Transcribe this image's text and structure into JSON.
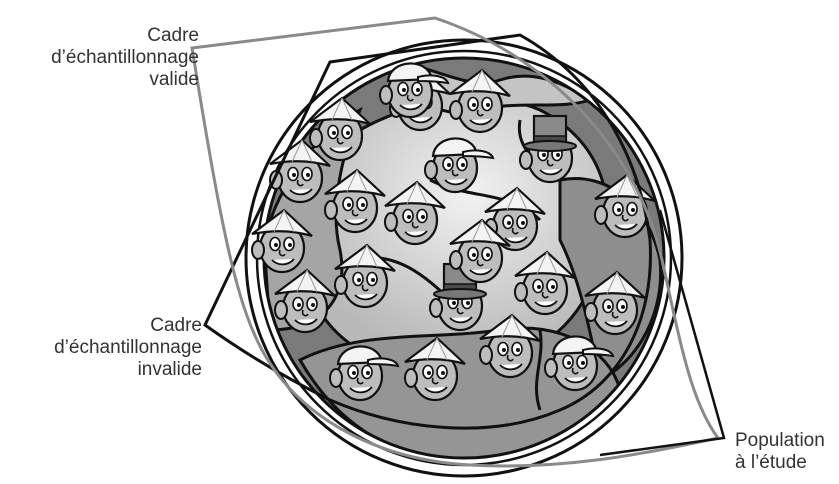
{
  "labels": {
    "valid_frame": [
      "Cadre",
      "d’échantillonnage",
      "valide"
    ],
    "invalid_frame": [
      "Cadre",
      "d’échantillonnage",
      "invalide"
    ],
    "population": [
      "Population",
      "à l’étude"
    ]
  },
  "figure": {
    "people": {
      "total": 22,
      "hat_types": [
        "conical-hat",
        "cap",
        "top-hat"
      ]
    },
    "colors": {
      "outline": "#111111",
      "valid_frame_line": "#8a8a8a",
      "region_dark": "#6f6f6f",
      "region_mid": "#9a9a9a",
      "region_light": "#d0d0d0",
      "skin": "#bdbdbd",
      "hat": "#f4f4f4"
    }
  }
}
